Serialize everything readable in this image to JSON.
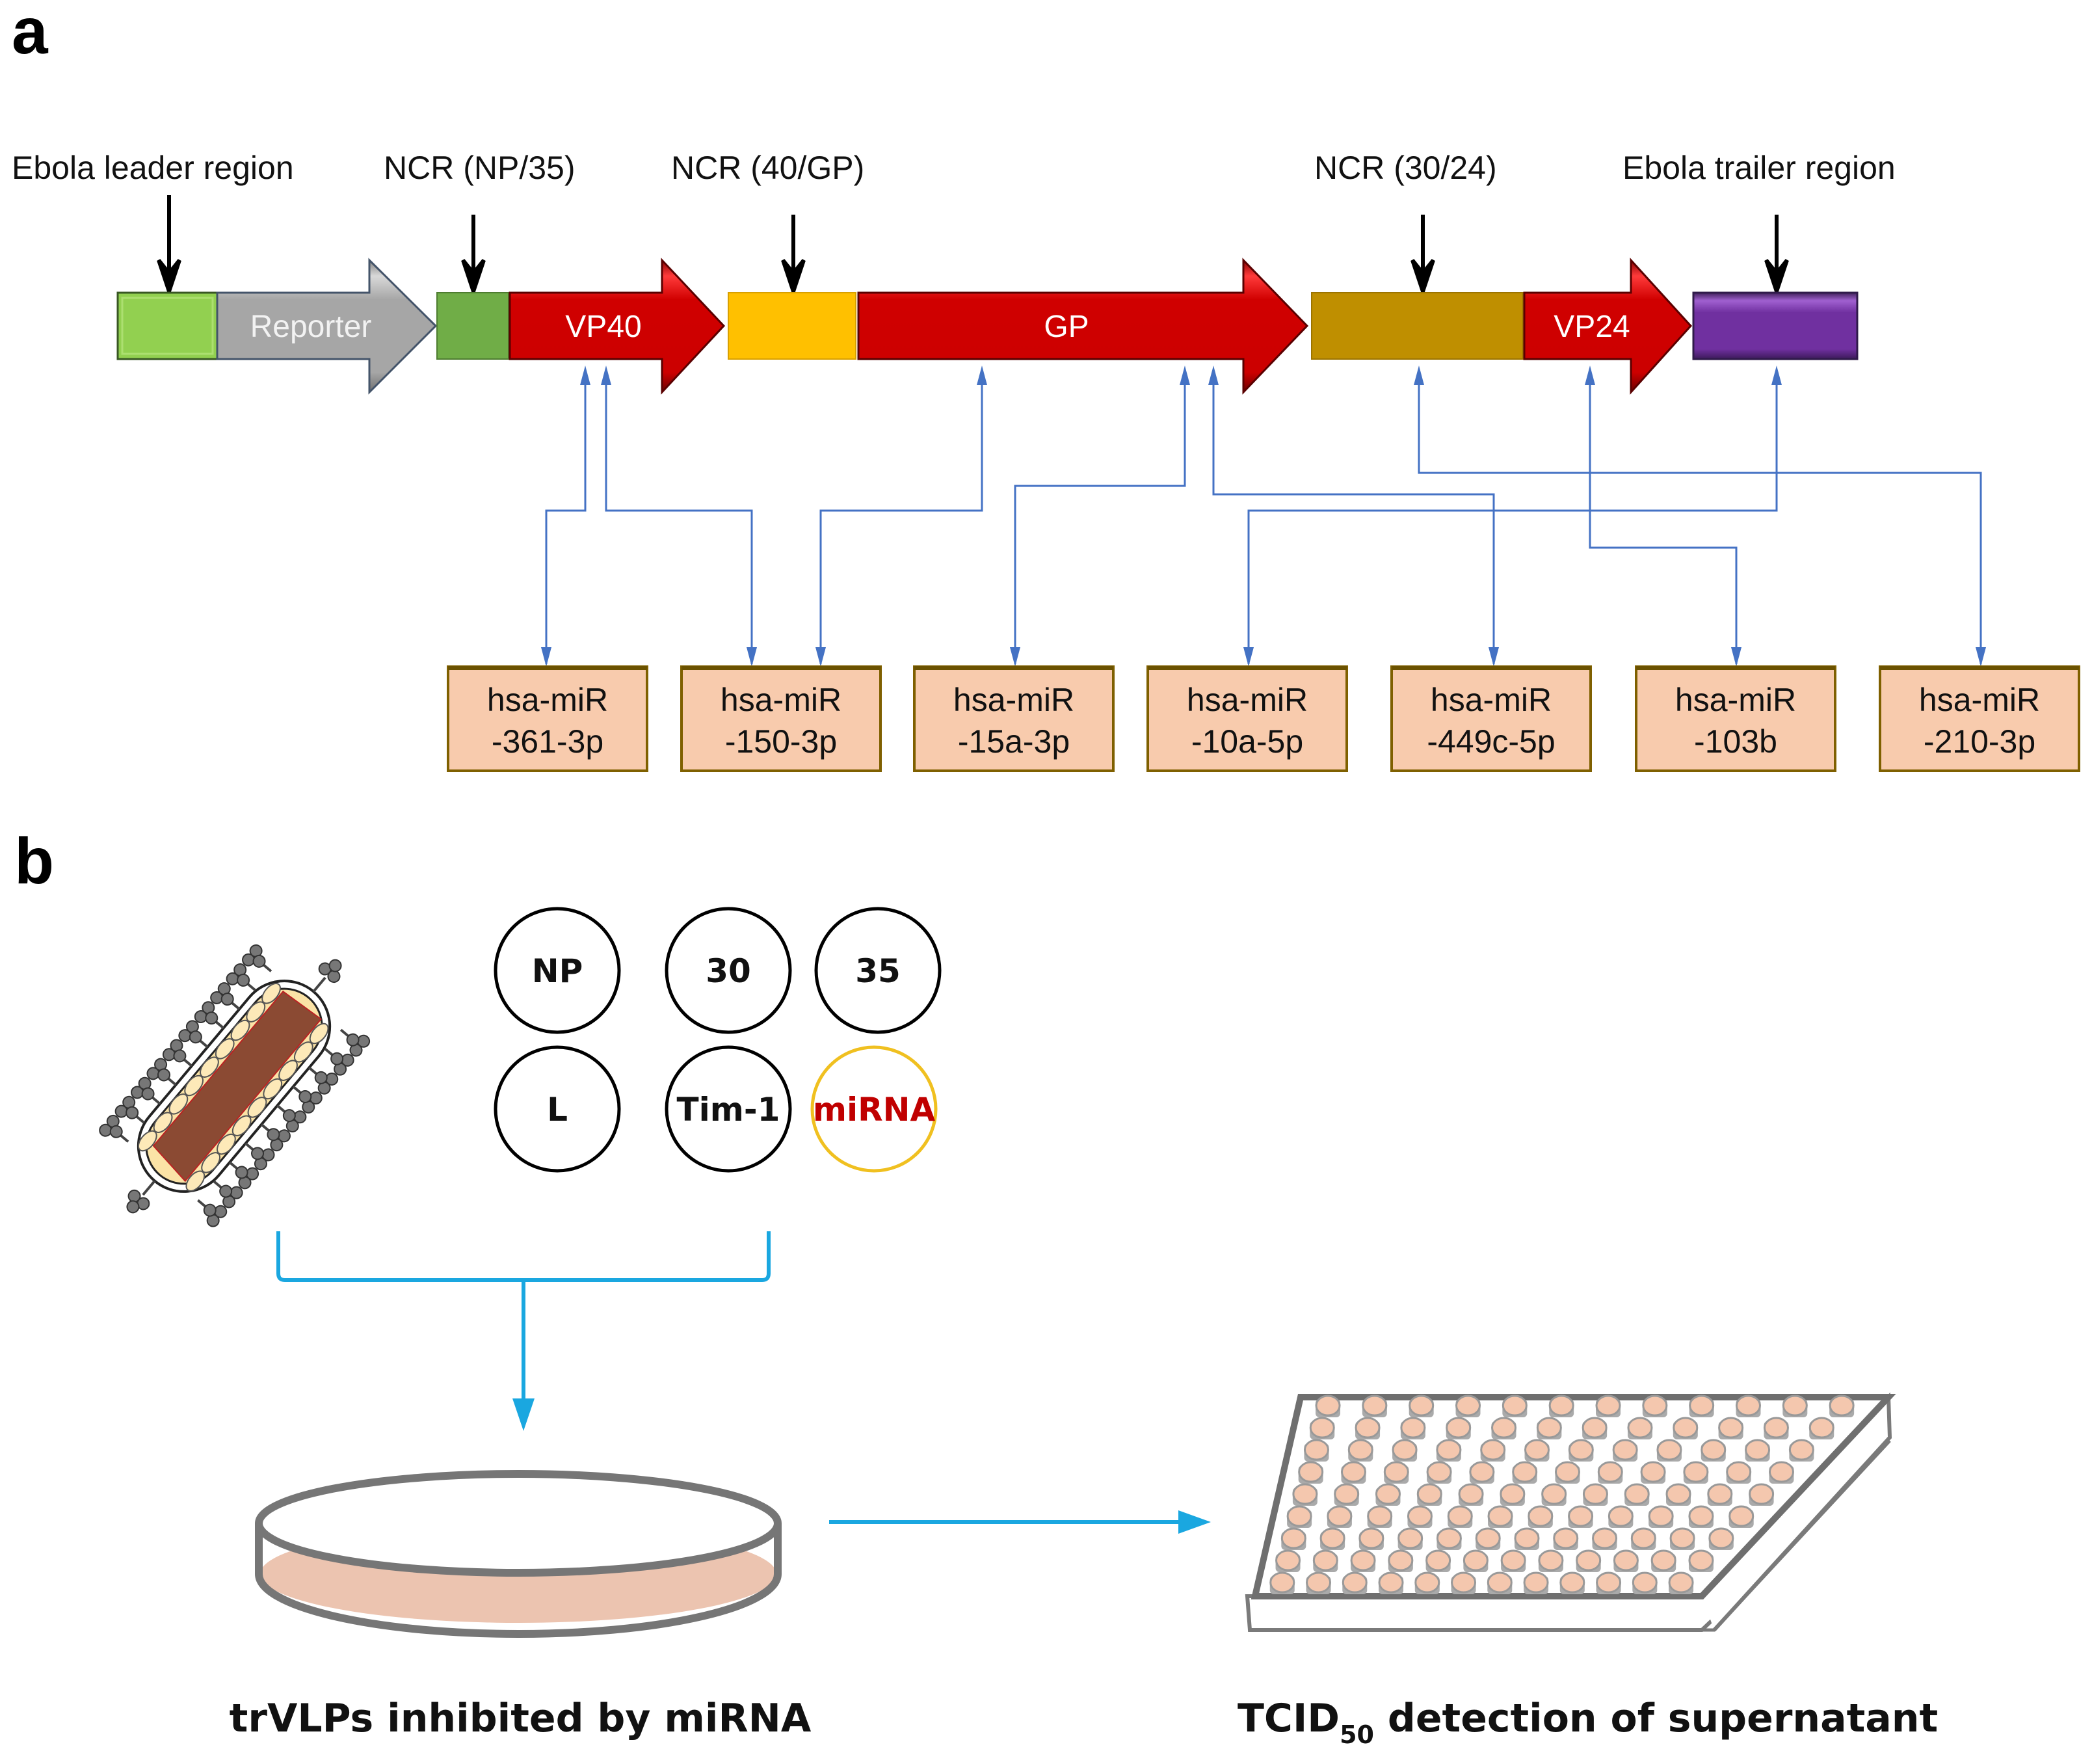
{
  "panel_a": {
    "letter": "a",
    "region_labels": {
      "leader": "Ebola leader region",
      "ncr_np35": "NCR (NP/35)",
      "ncr_40gp": "NCR (40/GP)",
      "ncr_3024": "NCR (30/24)",
      "trailer": "Ebola trailer region"
    },
    "genes": {
      "reporter": "Reporter",
      "vp40": "VP40",
      "gp": "GP",
      "vp24": "VP24"
    },
    "colors": {
      "leader": "#92d050",
      "reporter": "#a6a6a6",
      "ncr_np35": "#70ad47",
      "gene_red": "#cc0000",
      "ncr_40gp": "#ffc000",
      "ncr_3024": "#bf8f00",
      "trailer": "#7030a0",
      "mir_box": "#f8cbad",
      "mir_border": "#7f6000",
      "connector": "#4472c4"
    },
    "mirnas": [
      {
        "line1": "hsa-miR",
        "line2": "-361-3p",
        "targets": [
          "VP40"
        ]
      },
      {
        "line1": "hsa-miR",
        "line2": "-150-3p",
        "targets": [
          "VP40",
          "GP"
        ]
      },
      {
        "line1": "hsa-miR",
        "line2": "-15a-3p",
        "targets": [
          "GP"
        ]
      },
      {
        "line1": "hsa-miR",
        "line2": "-10a-5p",
        "targets": [
          "Ebola trailer region"
        ]
      },
      {
        "line1": "hsa-miR",
        "line2": "-449c-5p",
        "targets": [
          "GP"
        ]
      },
      {
        "line1": "hsa-miR",
        "line2": "-103b",
        "targets": [
          "VP24"
        ]
      },
      {
        "line1": "hsa-miR",
        "line2": "-210-3p",
        "targets": [
          "NCR (30/24)"
        ]
      }
    ]
  },
  "panel_b": {
    "letter": "b",
    "plasmids": [
      "NP",
      "30",
      "35",
      "L",
      "Tim-1",
      "miRNA"
    ],
    "mirna_color": "#c00000",
    "mirna_ring_color": "#f0c020",
    "flow_arrow_color": "#1aa7e0",
    "dish_fill": "#ecc4b0",
    "well_fill": "#f4c7ae",
    "label_left": "trVLPs inhibited by miRNA",
    "label_right_main": "TCID",
    "label_right_sub": "50",
    "label_right_rest": " detection of supernatant",
    "plate_columns": 12,
    "plate_rows": 8
  }
}
